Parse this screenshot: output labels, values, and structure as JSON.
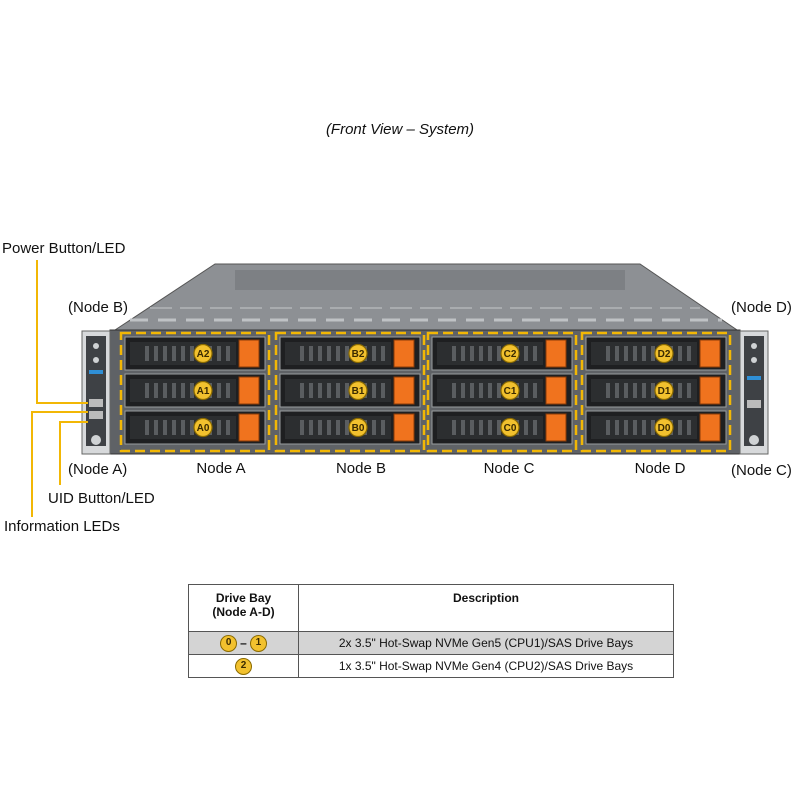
{
  "caption": "(Front View – System)",
  "callouts": {
    "power": "Power Button/LED",
    "uid": "UID Button/LED",
    "info": "Information  LEDs"
  },
  "side_labels": {
    "left_top": "(Node B)",
    "left_bottom": "(Node A)",
    "right_top": "(Node D)",
    "right_bottom": "(Node C)"
  },
  "nodes": [
    {
      "label": "Node A",
      "bays": [
        "A2",
        "A1",
        "A0"
      ]
    },
    {
      "label": "Node B",
      "bays": [
        "B2",
        "B1",
        "B0"
      ]
    },
    {
      "label": "Node C",
      "bays": [
        "C2",
        "C1",
        "C0"
      ]
    },
    {
      "label": "Node D",
      "bays": [
        "D2",
        "D1",
        "D0"
      ]
    }
  ],
  "colors": {
    "callout_line": "#f2b705",
    "bay_handle": "#f0731e",
    "badge_fill": "#f2c12e",
    "chassis": "#5f6266"
  },
  "legend": {
    "header_bay": "Drive Bay",
    "header_bay_sub": "(Node A-D)",
    "header_desc": "Description",
    "rows": [
      {
        "badges": [
          "0",
          "1"
        ],
        "separator": "–",
        "description": "2x 3.5\" Hot-Swap NVMe Gen5 (CPU1)/SAS Drive Bays"
      },
      {
        "badges": [
          "2"
        ],
        "separator": "",
        "description": "1x 3.5\" Hot-Swap NVMe Gen4 (CPU2)/SAS Drive Bays"
      }
    ]
  }
}
